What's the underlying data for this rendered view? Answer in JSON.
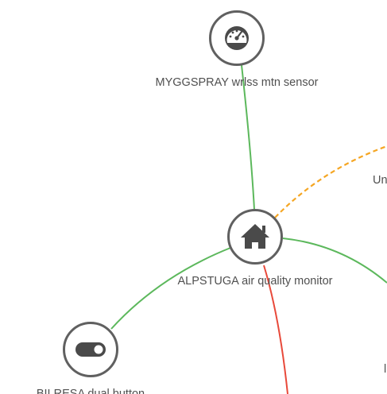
{
  "nodes": {
    "sensor": {
      "label": "MYGGSPRAY wrlss mtn sensor",
      "icon": "gauge-icon"
    },
    "hub": {
      "label": "ALPSTUGA air quality monitor",
      "icon": "home-icon"
    },
    "button": {
      "label": "BILRESA dual button",
      "icon": "toggle-icon"
    },
    "offscreen_a": {
      "label": "Un"
    },
    "offscreen_b": {
      "label": "l"
    }
  },
  "links": [
    {
      "from": "hub",
      "to": "sensor",
      "status": "good",
      "color": "#5cb85c"
    },
    {
      "from": "hub",
      "to": "button",
      "status": "good",
      "color": "#5cb85c"
    },
    {
      "from": "hub",
      "to": "offscreen_b",
      "status": "good",
      "color": "#5cb85c"
    },
    {
      "from": "hub",
      "to": "offscreen_a",
      "status": "weak",
      "style": "dashed",
      "color": "#f5a623"
    },
    {
      "from": "hub",
      "to": "offscreen_bottom",
      "status": "bad",
      "color": "#e8493a"
    }
  ],
  "colors": {
    "node_stroke": "#606060",
    "icon": "#4a4a4a",
    "label": "#505050",
    "link_good": "#5cb85c",
    "link_weak": "#f5a623",
    "link_bad": "#e8493a"
  }
}
